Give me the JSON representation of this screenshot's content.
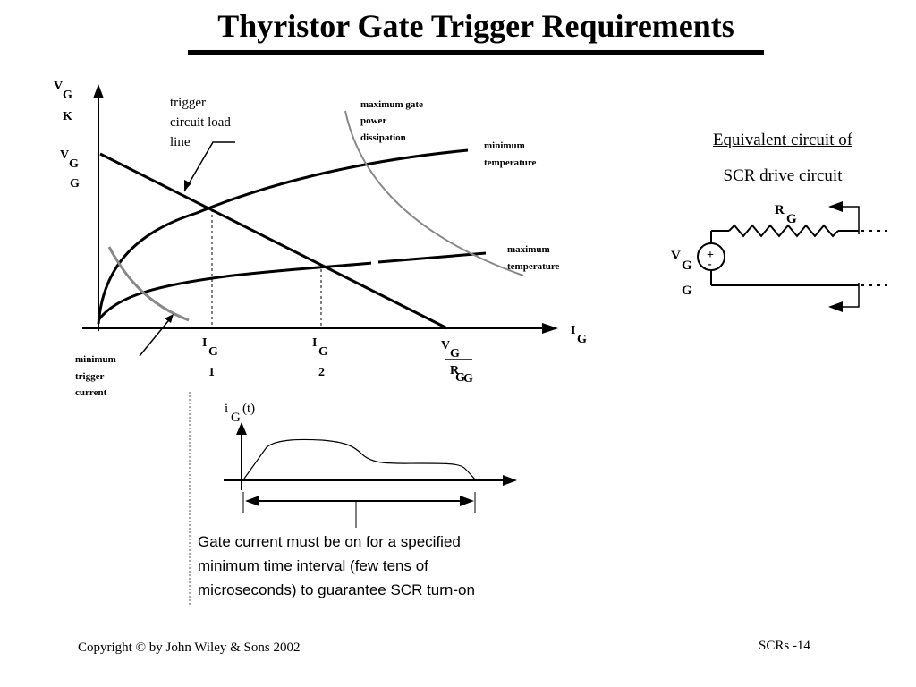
{
  "slide": {
    "title": "Thyristor Gate Trigger Requirements",
    "footer_copyright": "Copyright © by John Wiley & Sons 2002",
    "footer_page": "SCRs -14"
  },
  "characteristic_plot": {
    "y_axis_label": {
      "main": "V",
      "sub": "G",
      "sub2": "K"
    },
    "y_intercept_label": {
      "main": "V",
      "sub": "G",
      "sub2": "G"
    },
    "x_axis_label": {
      "main": "I",
      "sub": "G"
    },
    "tick_labels": [
      {
        "main": "I",
        "sub": "G",
        "sub2": "1"
      },
      {
        "main": "I",
        "sub": "G",
        "sub2": "2"
      }
    ],
    "x_intercept_label": {
      "numerator_main": "V",
      "numerator_sub": "G",
      "denominator_main": "R",
      "denominator_sub": "G",
      "extra_sub": "G"
    },
    "annotation_load_line": [
      "trigger",
      "circuit load",
      "line"
    ],
    "annotation_max_power": [
      "maximum gate",
      "power",
      "dissipation"
    ],
    "annotation_min_temp": [
      "minimum",
      "temperature"
    ],
    "annotation_max_temp": [
      "maximum",
      "temperature"
    ],
    "annotation_min_current": [
      "minimum",
      "trigger",
      "current"
    ]
  },
  "equivalent_circuit": {
    "heading_line1": "Equivalent circuit of",
    "heading_line2": "SCR drive circuit",
    "resistor_label": {
      "main": "R",
      "sub": "G"
    },
    "source_label": {
      "main": "V",
      "sub": "G",
      "sub2": "G"
    },
    "source_symbol_plus": "+",
    "source_symbol_minus": "-"
  },
  "pulse_plot": {
    "y_label": {
      "main": "i",
      "sub": "G",
      "suffix": "(t)"
    },
    "caption_lines": [
      "Gate current must be on for a specified",
      "minimum time interval (few tens of",
      "microseconds) to guarantee SCR turn-on"
    ]
  }
}
